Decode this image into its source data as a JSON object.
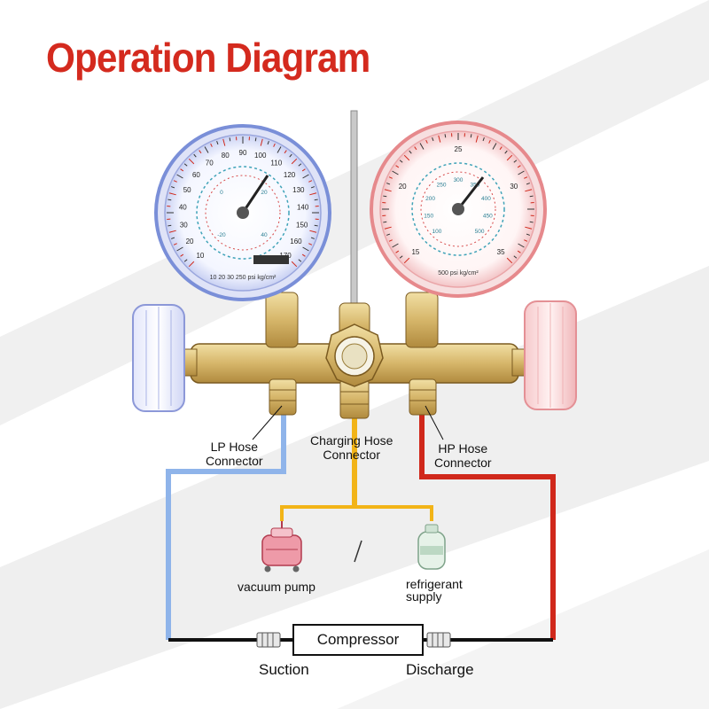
{
  "title": "Operation Diagram",
  "colors": {
    "title": "#d42a1e",
    "low_side": "#8fb4ea",
    "high_side": "#d0281b",
    "charging": "#f2b418",
    "suction_discharge_line": "#111111",
    "low_gauge_rim": "#7a8fd8",
    "high_gauge_rim": "#e6898c",
    "brass": "#d6b66a",
    "background_band": "#ececec"
  },
  "labels": {
    "lp_hose": [
      "LP Hose",
      "Connector"
    ],
    "charging_hose": [
      "Charging Hose",
      "Connector"
    ],
    "hp_hose": [
      "HP Hose",
      "Connector"
    ],
    "vacuum_pump": "vacuum pump",
    "refrigerant_supply": [
      "refrigerant",
      "supply"
    ],
    "compressor": "Compressor",
    "suction": "Suction",
    "discharge": "Discharge"
  },
  "gauges": {
    "low": {
      "outer_scale": [
        "10",
        "20",
        "30",
        "40",
        "50",
        "60",
        "70",
        "80",
        "90",
        "100",
        "110",
        "120",
        "130",
        "140",
        "150",
        "160",
        "170"
      ],
      "inner_scale": [
        "-20",
        "0",
        "20",
        "40"
      ],
      "bottom_text": [
        "10",
        "20",
        "30",
        "250",
        "psi",
        "kg/cm²"
      ]
    },
    "high": {
      "outer_scale": [
        "15",
        "20",
        "25",
        "30",
        "35"
      ],
      "inner_scale": [
        "100",
        "150",
        "200",
        "250",
        "300",
        "350",
        "400",
        "450",
        "500"
      ],
      "bottom_text": [
        "500",
        "psi",
        "kg/cm²"
      ]
    }
  },
  "icons": {
    "vacuum_pump": "vacuum-pump-icon",
    "refrigerant": "refrigerant-cylinder-icon"
  }
}
